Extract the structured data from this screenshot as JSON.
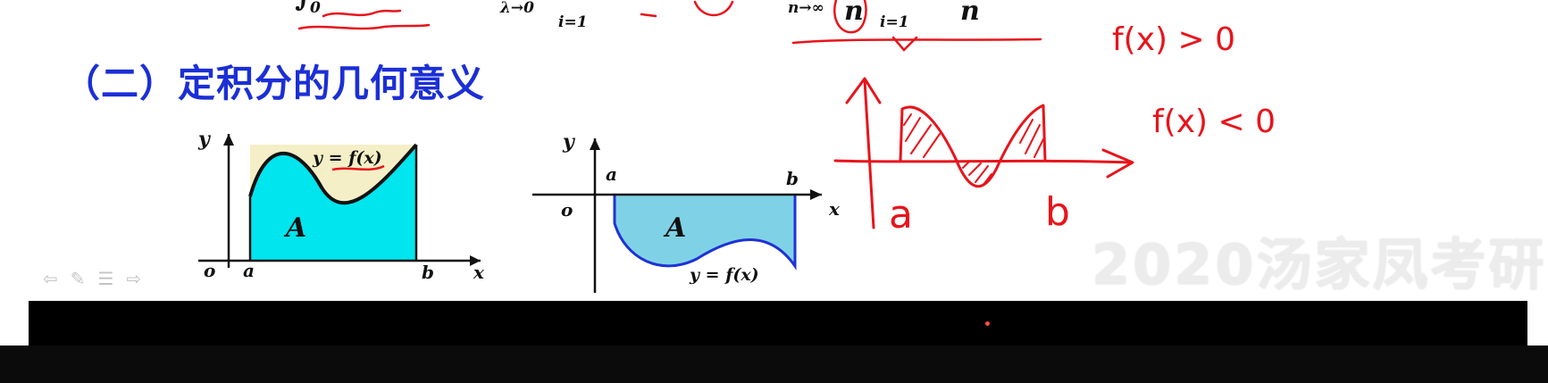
{
  "slide": {
    "section_heading": "（二）定积分的几何意义",
    "watermark": "2020汤家凤考研",
    "top_formula": {
      "integral_lower": "0",
      "limit_left": "λ→0",
      "index_left": "i=1",
      "limit_right": "n→∞",
      "n_mid": "n",
      "index_right": "i=1",
      "n_right": "n"
    },
    "figure_left": {
      "y_label": "y",
      "curve_label": "y = f(x)",
      "area_label": "A",
      "origin_label": "o",
      "a_label": "a",
      "b_label": "b",
      "x_label": "x"
    },
    "figure_right": {
      "y_label": "y",
      "a_label": "a",
      "b_label": "b",
      "origin_label": "o",
      "x_label": "x",
      "area_label": "A",
      "curve_label": "y = f(x)"
    },
    "annotations": {
      "positive": "f(x) > 0",
      "negative": "f(x) < 0",
      "a": "a",
      "b": "b"
    }
  },
  "toolbar": {
    "prev_icon": "arrow-left-icon",
    "pen_icon": "pen-icon",
    "menu_icon": "menu-icon",
    "next_icon": "arrow-right-icon"
  },
  "colors": {
    "heading": "#1b2fd6",
    "ink": "#e8141b",
    "fill_positive": "#00e5ee",
    "fill_negative": "#7fd2e6",
    "background_box": "#f4efc6"
  }
}
